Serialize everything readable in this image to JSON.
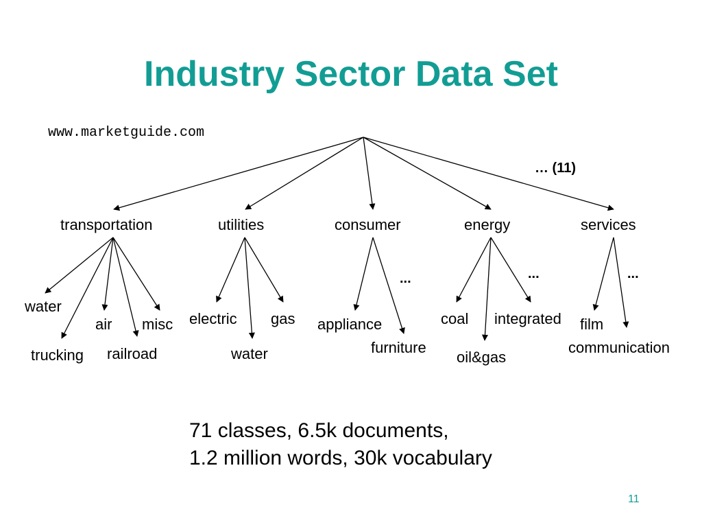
{
  "title": "Industry Sector Data Set",
  "url": "www.marketguide.com",
  "colors": {
    "title": "#129d94",
    "page_number": "#129d94"
  },
  "tree": {
    "root_more": "… (11)",
    "sectors": [
      {
        "name": "transportation",
        "children": [
          "water",
          "trucking",
          "air",
          "railroad",
          "misc"
        ],
        "more": ""
      },
      {
        "name": "utilities",
        "children": [
          "electric",
          "water",
          "gas"
        ],
        "more": ""
      },
      {
        "name": "consumer",
        "children": [
          "appliance",
          "furniture"
        ],
        "more": "..."
      },
      {
        "name": "energy",
        "children": [
          "coal",
          "oil&gas",
          "integrated"
        ],
        "more": "..."
      },
      {
        "name": "services",
        "children": [
          "film",
          "communication"
        ],
        "more": "..."
      }
    ]
  },
  "summary": {
    "line1": "71 classes, 6.5k documents,",
    "line2": "1.2 million words, 30k vocabulary"
  },
  "page_number": "11"
}
